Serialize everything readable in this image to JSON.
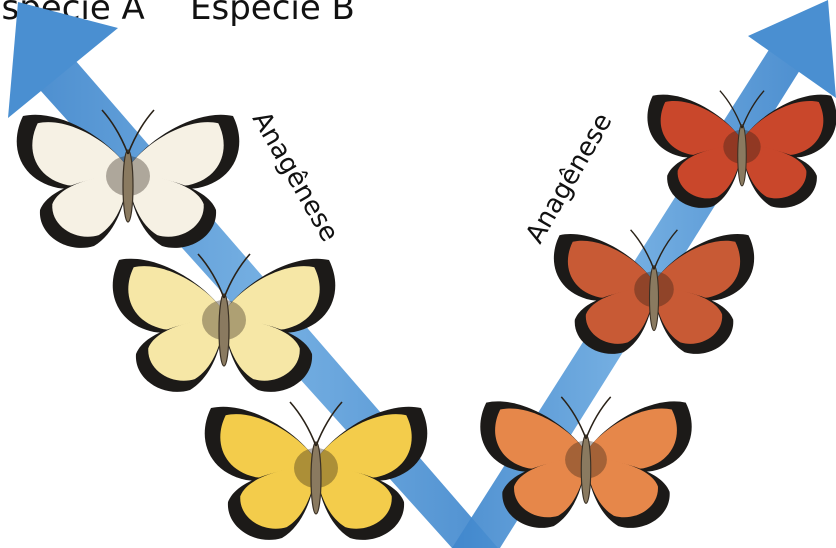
{
  "header": {
    "species_a": "Espécie A",
    "species_b": "Espécie B"
  },
  "arrows": {
    "left_label": "Anagênese",
    "right_label": "Anagênese",
    "color": "#4a90d0"
  },
  "butterflies": {
    "left_lineage": [
      {
        "stage": "top",
        "wing_color": "#f6f1e4"
      },
      {
        "stage": "middle",
        "wing_color": "#f6e7a6"
      },
      {
        "stage": "bottom",
        "wing_color": "#f3cc4b"
      }
    ],
    "right_lineage": [
      {
        "stage": "top",
        "wing_color": "#c9472b"
      },
      {
        "stage": "middle",
        "wing_color": "#c85a35"
      },
      {
        "stage": "bottom",
        "wing_color": "#e6874a"
      }
    ],
    "border_color": "#1c1a18",
    "body_color": "#8a7a60"
  }
}
